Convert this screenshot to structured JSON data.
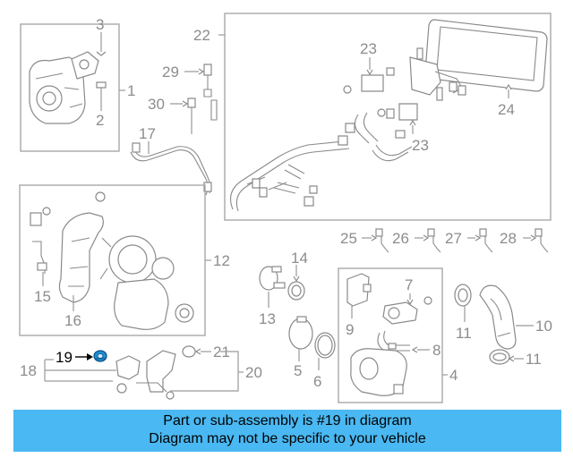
{
  "diagram": {
    "labels": {
      "l1": "1",
      "l2": "2",
      "l3": "3",
      "l4": "4",
      "l5": "5",
      "l6": "6",
      "l7": "7",
      "l8": "8",
      "l9": "9",
      "l10": "10",
      "l11a": "11",
      "l11b": "11",
      "l12": "12",
      "l13": "13",
      "l14": "14",
      "l15": "15",
      "l16": "16",
      "l17": "17",
      "l18": "18",
      "l19": "19",
      "l20": "20",
      "l21": "21",
      "l22": "22",
      "l23a": "23",
      "l23b": "23",
      "l24": "24",
      "l25": "25",
      "l26": "26",
      "l27": "27",
      "l28": "28",
      "l29": "29",
      "l30": "30"
    },
    "highlight_color": "#1e8fd6",
    "highlighted_part": "19"
  },
  "caption": {
    "line1": "Part or sub-assembly is #19 in diagram",
    "line2": "Diagram may not be specific to your vehicle",
    "background": "#4ab8f2"
  }
}
